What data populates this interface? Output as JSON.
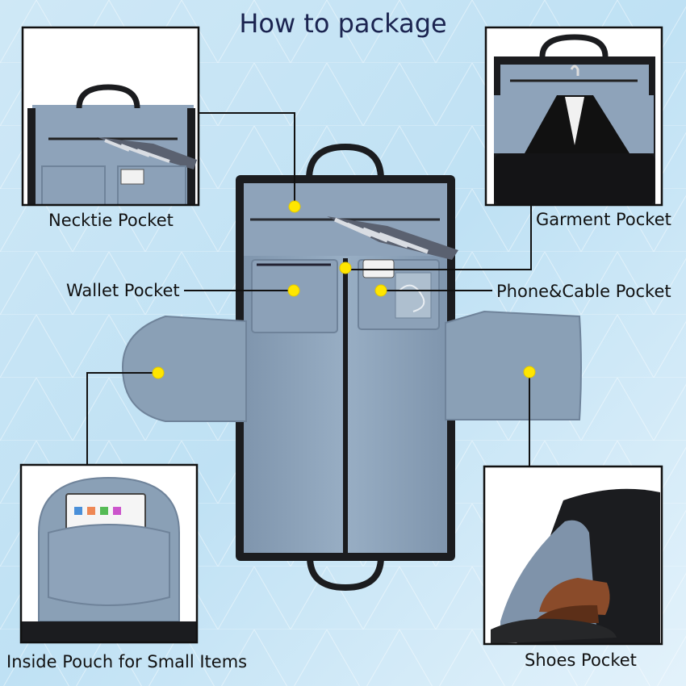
{
  "title": "How to package",
  "labels": {
    "necktie": "Necktie Pocket",
    "garment": "Garment Pocket",
    "wallet": "Wallet Pocket",
    "phone": "Phone&Cable Pocket",
    "pouch": "Inside Pouch for Small Items",
    "shoes": "Shoes Pocket"
  },
  "colors": {
    "background": "#cfe9f7",
    "lining": "#8a9fb6",
    "bag_shell": "#1b1c1f",
    "callout_dot": "#ffe600",
    "title": "#1b2450"
  }
}
